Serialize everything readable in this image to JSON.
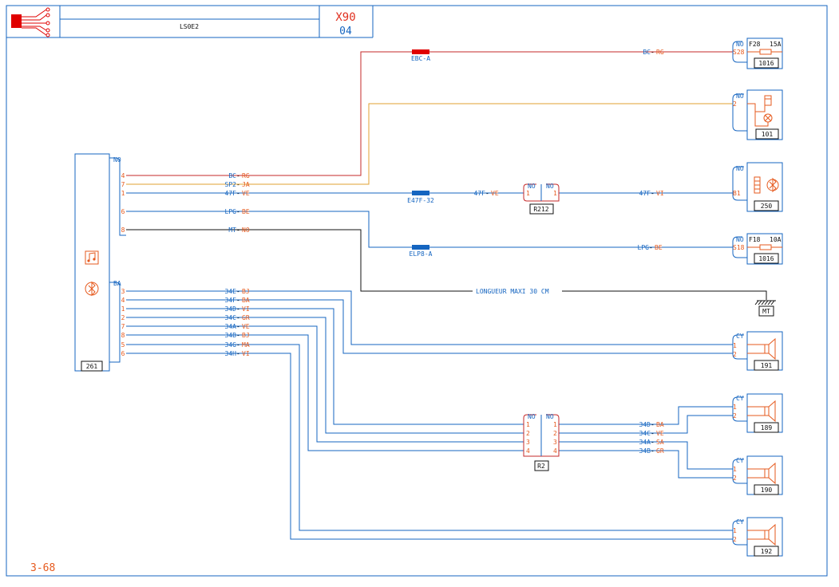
{
  "title_block": {
    "schematic_id": "LS0E2",
    "vehicle_code": "X90",
    "version": "04"
  },
  "page_number": "3-68",
  "colors": {
    "frame": "#1565c0",
    "accent_orange": "#e65a1e",
    "wire_red": "#c62828",
    "wire_yellow": "#e0a030",
    "wire_blue": "#1565c0",
    "wire_black": "#111111",
    "logo_red": "#e00000"
  },
  "components": {
    "c261": {
      "id": "261",
      "conn_a": "NO",
      "conn_b": "BA",
      "icon_a": "music-note-icon",
      "icon_b": "bluetooth-icon",
      "pins_a": [
        "4",
        "7",
        "1",
        "6",
        "8"
      ],
      "pins_b": [
        "3",
        "4",
        "1",
        "2",
        "7",
        "8",
        "5",
        "6"
      ]
    },
    "c1016a": {
      "id": "1016",
      "conn": "NO",
      "fuse": "F28",
      "rating": "15A",
      "pin": "S28"
    },
    "c101": {
      "id": "101",
      "conn": "NO",
      "pin": "2",
      "icon": "lamp-icon"
    },
    "c250": {
      "id": "250",
      "conn": "NO",
      "pin": "B1",
      "icon": "bluetooth-icon"
    },
    "c1016b": {
      "id": "1016",
      "conn": "NO",
      "fuse": "F18",
      "rating": "10A",
      "pin": "S18"
    },
    "mt": {
      "id": "MT",
      "icon": "ground-icon"
    },
    "c191": {
      "id": "191",
      "conn": "CY",
      "pins": [
        "1",
        "2"
      ],
      "icon": "speaker-icon"
    },
    "c189": {
      "id": "189",
      "conn": "CY",
      "pins": [
        "1",
        "2"
      ],
      "icon": "speaker-icon"
    },
    "c190": {
      "id": "190",
      "conn": "CY",
      "pins": [
        "1",
        "2"
      ],
      "icon": "speaker-icon"
    },
    "c192": {
      "id": "192",
      "conn": "CY",
      "pins": [
        "1",
        "2"
      ],
      "icon": "speaker-icon"
    },
    "r212": {
      "id": "R212",
      "left_conn": "NO",
      "right_conn": "NO",
      "left_pin": "1",
      "right_pin": "1"
    },
    "r2": {
      "id": "R2",
      "left_conn": "NO",
      "right_conn": "NO",
      "left_pins": [
        "1",
        "2",
        "3",
        "4"
      ],
      "right_pins": [
        "1",
        "2",
        "3",
        "4"
      ]
    }
  },
  "splices": {
    "ebc": "EBC-A",
    "e47f": "E47F-32",
    "elp8": "ELP8-A"
  },
  "wires": {
    "w_bc_rg": {
      "code": "BC",
      "color": "RG"
    },
    "w_sp2_ja": {
      "code": "SP2",
      "color": "JA"
    },
    "w_47f_ve": {
      "code": "47F",
      "color": "VE"
    },
    "w_47f_vi": {
      "code": "47F",
      "color": "VI"
    },
    "w_lpg_be": {
      "code": "LPG",
      "color": "BE"
    },
    "w_mt_no": {
      "code": "MT",
      "color": "NO"
    },
    "w_34e_bj": {
      "code": "34E",
      "color": "BJ"
    },
    "w_34f_ba": {
      "code": "34F",
      "color": "BA"
    },
    "w_34d_vi": {
      "code": "34D",
      "color": "VI"
    },
    "w_34c_gr": {
      "code": "34C",
      "color": "GR"
    },
    "w_34a_ve": {
      "code": "34A",
      "color": "VE"
    },
    "w_34b_bj": {
      "code": "34B",
      "color": "BJ"
    },
    "w_34g_ma": {
      "code": "34G",
      "color": "MA"
    },
    "w_34h_vi": {
      "code": "34H",
      "color": "VI"
    },
    "w_34d_ba": {
      "code": "34D",
      "color": "BA"
    },
    "w_34c_ve": {
      "code": "34C",
      "color": "VE"
    },
    "w_34a_sa": {
      "code": "34A",
      "color": "SA"
    },
    "w_34b_gr": {
      "code": "34B",
      "color": "GR"
    }
  },
  "notes": {
    "ground_length": "LONGUEUR MAXI 30 CM"
  }
}
